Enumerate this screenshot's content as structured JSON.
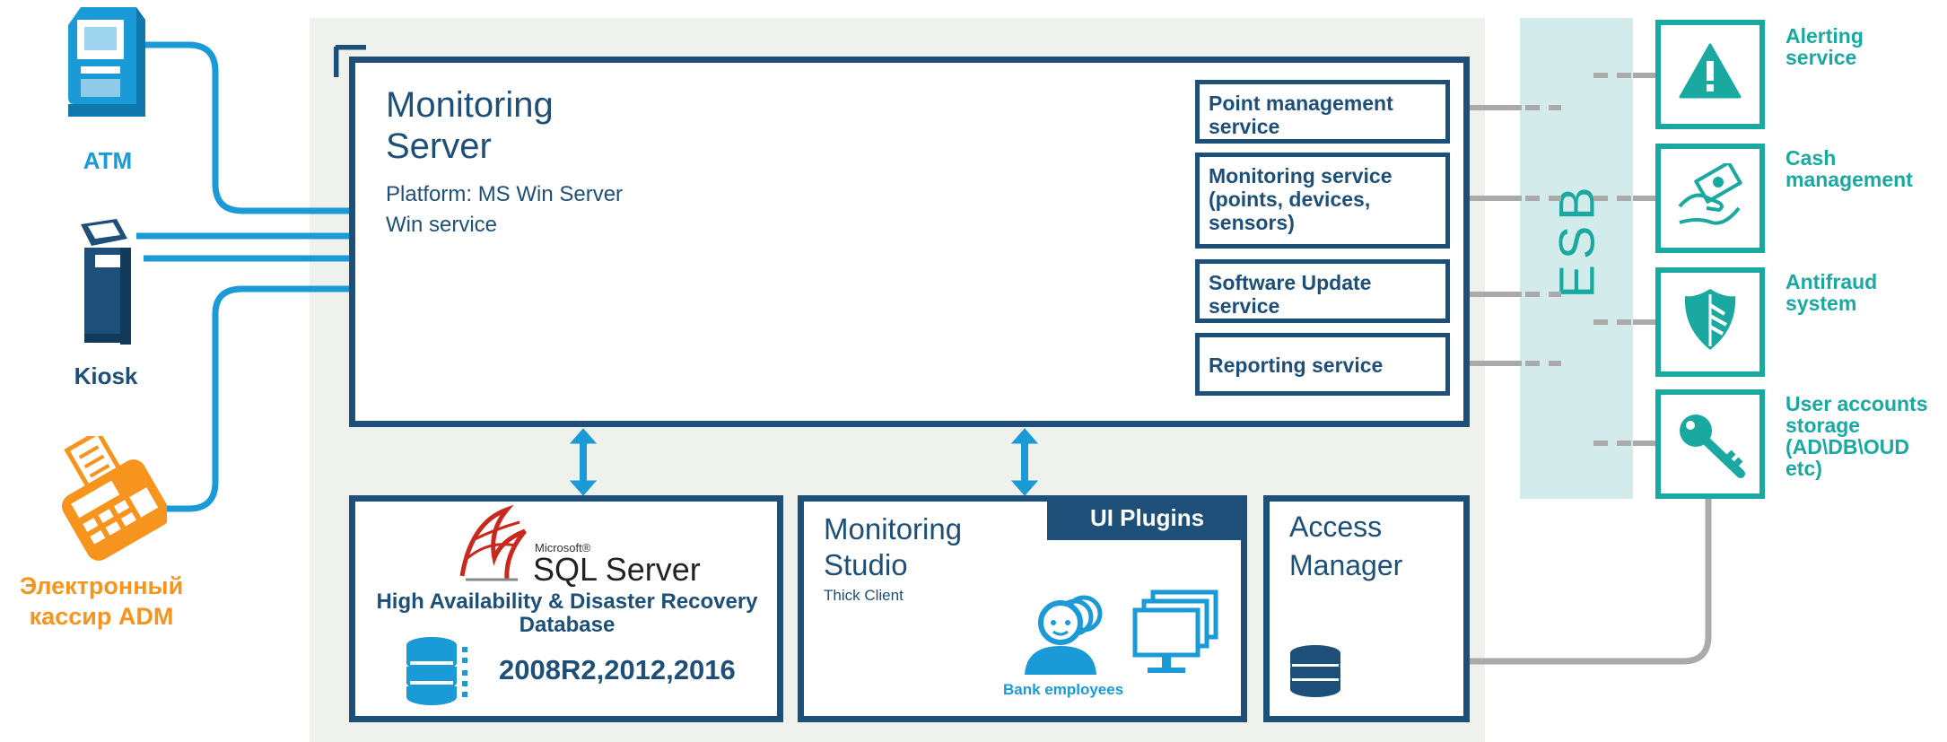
{
  "devices": {
    "atm": "ATM",
    "kiosk": "Kiosk",
    "adm_line1": "Электронный",
    "adm_line2": "кассир ADM"
  },
  "monitoring_server": {
    "title_line1": "Monitoring",
    "title_line2": "Server",
    "platform": "Platform: MS Win Server",
    "service_type": "Win service",
    "services": [
      {
        "line1": "Point management",
        "line2": "service",
        "line3": ""
      },
      {
        "line1": "Monitoring service",
        "line2": "(points, devices,",
        "line3": "sensors)"
      },
      {
        "line1": "Software Update",
        "line2": "service",
        "line3": ""
      },
      {
        "line1": "Reporting service",
        "line2": "",
        "line3": ""
      }
    ]
  },
  "database": {
    "ms_brand": "Microsoft®",
    "product": "SQL Server",
    "line1": "High Availability & Disaster Recovery",
    "line2": "Database",
    "versions": "2008R2,2012,2016"
  },
  "studio": {
    "title_line1": "Monitoring",
    "title_line2": "Studio",
    "subtitle": "Thick Client",
    "plugins": "UI Plugins",
    "employees": "Bank employees"
  },
  "access_manager": {
    "title_line1": "Access",
    "title_line2": "Manager"
  },
  "esb": "ESB",
  "external": [
    {
      "line1": "Alerting",
      "line2": "service",
      "line3": "",
      "line4": ""
    },
    {
      "line1": "Cash",
      "line2": "management",
      "line3": "",
      "line4": ""
    },
    {
      "line1": "Antifraud",
      "line2": "system",
      "line3": "",
      "line4": ""
    },
    {
      "line1": "User accounts",
      "line2": "storage",
      "line3": "(AD\\DB\\OUD",
      "line4": "etc)"
    }
  ],
  "colors": {
    "navy": "#1d4f78",
    "blue": "#1a9ad6",
    "orange": "#f7941d",
    "teal": "#1aa9a0",
    "panel": "#eef1ec",
    "esb": "#d4ebeb",
    "connector_gray": "#aaaaaa"
  }
}
